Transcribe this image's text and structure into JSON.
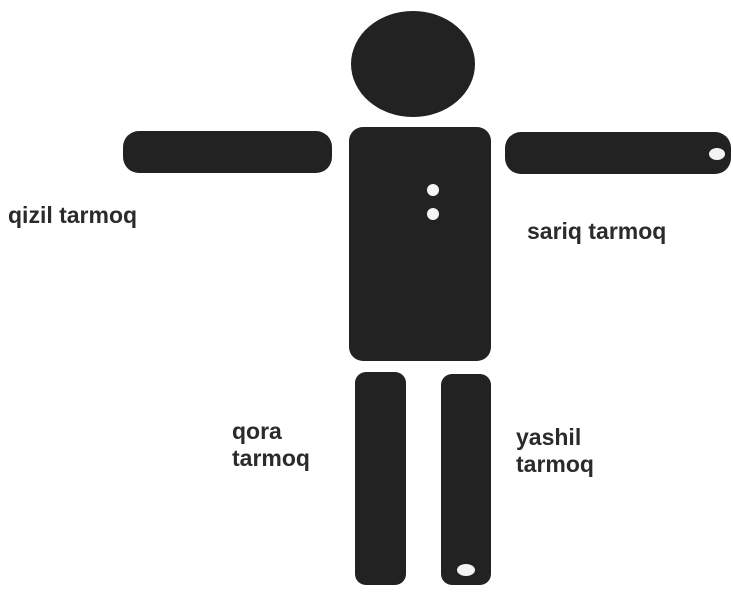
{
  "figure": {
    "colors": {
      "body": "#222222",
      "background": "#ffffff",
      "marker": "#f4f4f4",
      "text": "#2b2b2b"
    },
    "labels": {
      "left_arm": "qizil tarmoq",
      "right_arm": "sariq tarmoq",
      "left_leg": {
        "line1": "qora",
        "line2": "tarmoq"
      },
      "right_leg": {
        "line1": "yashil",
        "line2": "tarmoq"
      }
    }
  }
}
